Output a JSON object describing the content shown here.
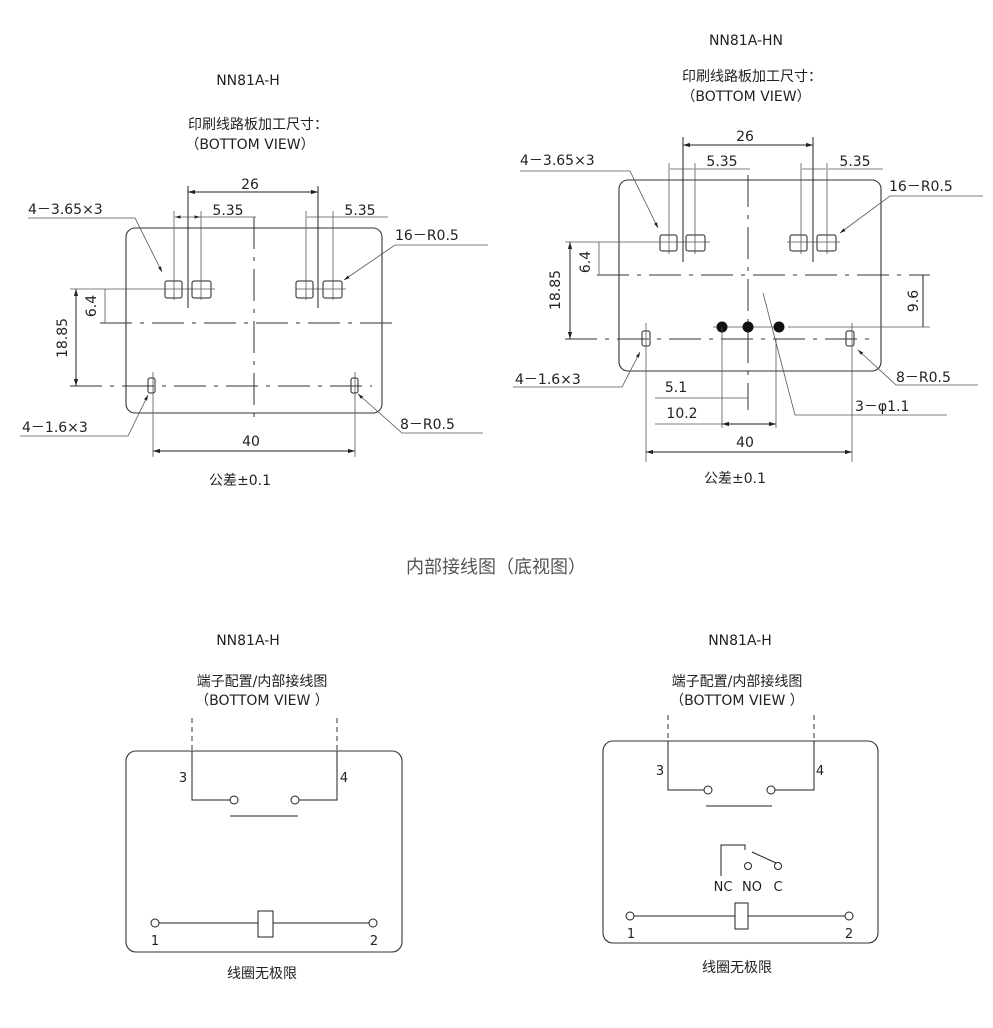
{
  "left_drawing": {
    "model": "NN81A-H",
    "title": "印刷线路板加工尺寸：",
    "view": "（BOTTOM VIEW）",
    "dim_26": "26",
    "dim_535_left": "5.35",
    "dim_535_right": "5.35",
    "dim_1885": "18.85",
    "dim_64": "6.4",
    "dim_40": "40",
    "note_pad": "4－3.65×3",
    "note_pad_radius": "16－R0.5",
    "note_slot": "4－1.6×3",
    "note_slot_radius": "8－R0.5",
    "tolerance": "公差±0.1"
  },
  "right_drawing": {
    "model": "NN81A-HN",
    "title": "印刷线路板加工尺寸：",
    "view": "（BOTTOM VIEW）",
    "dim_26": "26",
    "dim_535_left": "5.35",
    "dim_535_right": "5.35",
    "dim_1885": "18.85",
    "dim_64": "6.4",
    "dim_96": "9.6",
    "dim_51": "5.1",
    "dim_102": "10.2",
    "dim_40": "40",
    "note_pad": "4－3.65×3",
    "note_pad_radius": "16－R0.5",
    "note_slot": "4－1.6×3",
    "note_slot_radius": "8－R0.5",
    "note_hole": "3－φ1.1",
    "tolerance": "公差±0.1"
  },
  "section_title": "内部接线图（底视图）",
  "left_wiring": {
    "model": "NN81A-H",
    "title": "端子配置/内部接线图",
    "view": "（BOTTOM VIEW ）",
    "pin3": "3",
    "pin4": "4",
    "pin1": "1",
    "pin2": "2",
    "coil_note": "线圈无极限"
  },
  "right_wiring": {
    "model": "NN81A-H",
    "title": "端子配置/内部接线图",
    "view": "（BOTTOM VIEW ）",
    "pin3": "3",
    "pin4": "4",
    "pin1": "1",
    "pin2": "2",
    "nc": "NC",
    "no": "NO",
    "c": "C",
    "coil_note": "线圈无极限"
  }
}
